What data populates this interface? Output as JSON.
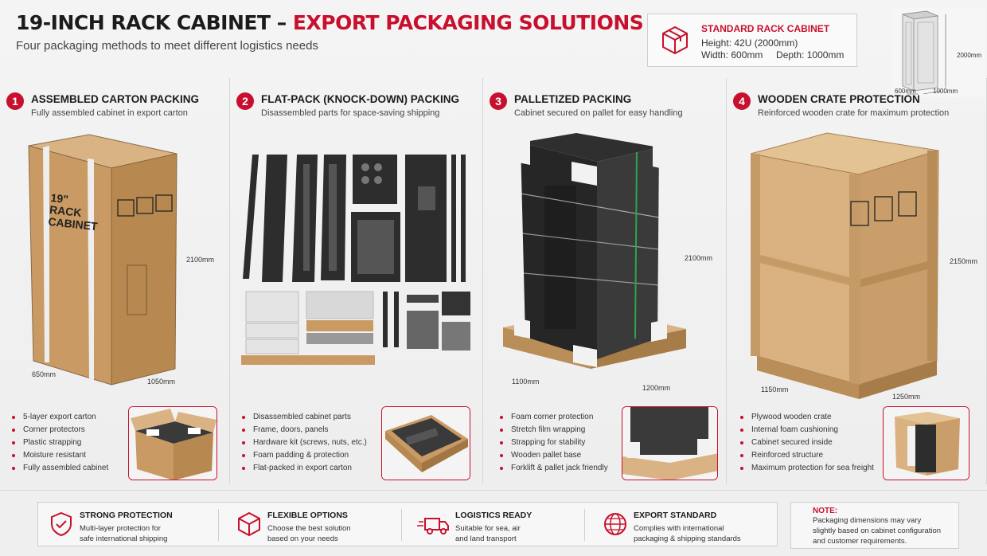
{
  "header": {
    "title_main": "19-INCH RACK CABINET – ",
    "title_accent": "EXPORT PACKAGING SOLUTIONS",
    "subtitle": "Four packaging methods to meet different logistics needs"
  },
  "spec": {
    "title": "STANDARD RACK CABINET",
    "height": "Height: 42U (2000mm)",
    "width_depth": "Width: 600mm     Depth: 1000mm",
    "dim_height": "2000mm",
    "dim_width": "600mm",
    "dim_depth": "1000mm"
  },
  "methods": [
    {
      "num": "1",
      "title": "ASSEMBLED CARTON PACKING",
      "subtitle": "Fully assembled cabinet in export carton",
      "box_label": "19\" RACK CABINET",
      "dims": {
        "height": "2100mm",
        "width": "650mm",
        "depth": "1050mm"
      },
      "bullets": [
        "5-layer export carton",
        "Corner protectors",
        "Plastic strapping",
        "Moisture resistant",
        "Fully assembled cabinet"
      ]
    },
    {
      "num": "2",
      "title": "FLAT-PACK (KNOCK-DOWN) PACKING",
      "subtitle": "Disassembled parts for space-saving shipping",
      "bullets": [
        "Disassembled cabinet parts",
        "Frame, doors, panels",
        "Hardware kit (screws, nuts, etc.)",
        "Foam padding & protection",
        "Flat-packed in export carton"
      ]
    },
    {
      "num": "3",
      "title": "PALLETIZED PACKING",
      "subtitle": "Cabinet secured on pallet for easy handling",
      "dims": {
        "height": "2100mm",
        "width": "1100mm",
        "depth": "1200mm"
      },
      "bullets": [
        "Foam corner protection",
        "Stretch film wrapping",
        "Strapping for stability",
        "Wooden pallet base",
        "Forklift & pallet jack friendly"
      ]
    },
    {
      "num": "4",
      "title": "WOODEN CRATE PROTECTION",
      "subtitle": "Reinforced wooden crate for maximum protection",
      "dims": {
        "height": "2150mm",
        "width": "1150mm",
        "depth": "1250mm"
      },
      "bullets": [
        "Plywood wooden crate",
        "Internal foam cushioning",
        "Cabinet secured inside",
        "Reinforced structure",
        "Maximum protection for sea freight"
      ]
    }
  ],
  "features": [
    {
      "title": "STRONG PROTECTION",
      "line1": "Multi-layer protection for",
      "line2": "safe international shipping",
      "icon": "shield-check-icon"
    },
    {
      "title": "FLEXIBLE OPTIONS",
      "line1": "Choose the best solution",
      "line2": "based on your needs",
      "icon": "box-icon"
    },
    {
      "title": "LOGISTICS READY",
      "line1": "Suitable for sea, air",
      "line2": "and land transport",
      "icon": "truck-icon"
    },
    {
      "title": "EXPORT STANDARD",
      "line1": "Complies with international",
      "line2": "packaging & shipping standards",
      "icon": "globe-icon"
    }
  ],
  "note": {
    "title": "NOTE:",
    "line1": "Packaging dimensions may vary",
    "line2": "slightly based on cabinet configuration",
    "line3": "and customer requirements."
  },
  "colors": {
    "accent": "#c8102e",
    "cardboard": "#c69a62",
    "wood": "#d9b383",
    "cabinet": "#2c2c2c"
  }
}
